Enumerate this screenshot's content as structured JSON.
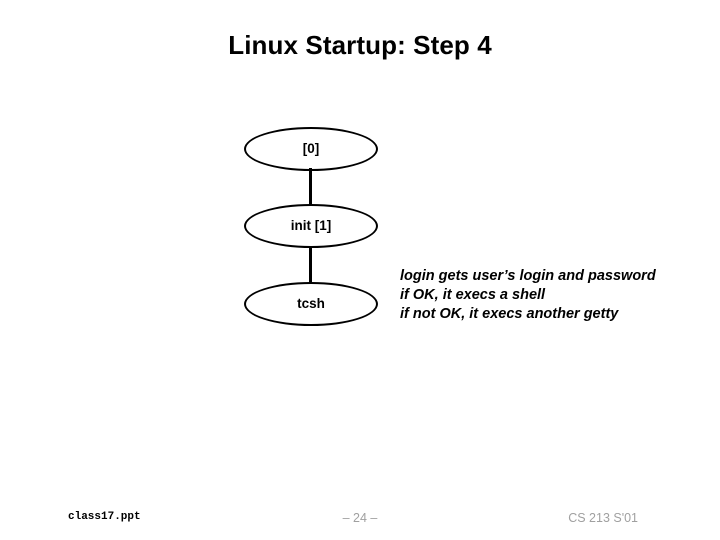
{
  "slide": {
    "title": "Linux Startup: Step 4",
    "background_color": "#ffffff",
    "text_color": "#000000",
    "footer_muted_color": "#a0a0a0"
  },
  "diagram": {
    "type": "process-tree",
    "nodes": [
      {
        "id": "node-0",
        "label": "[0]"
      },
      {
        "id": "node-init",
        "label": "init [1]"
      },
      {
        "id": "node-tcsh",
        "label": "tcsh"
      }
    ],
    "edges": [
      {
        "from": "node-0",
        "to": "node-init"
      },
      {
        "from": "node-init",
        "to": "node-tcsh"
      }
    ]
  },
  "annotation": {
    "lines": [
      "login gets user’s login and password",
      "if OK, it execs a shell",
      "if not OK, it execs another getty"
    ]
  },
  "footer": {
    "file": "class17.ppt",
    "page": "– 24 –",
    "course": "CS 213 S'01"
  }
}
